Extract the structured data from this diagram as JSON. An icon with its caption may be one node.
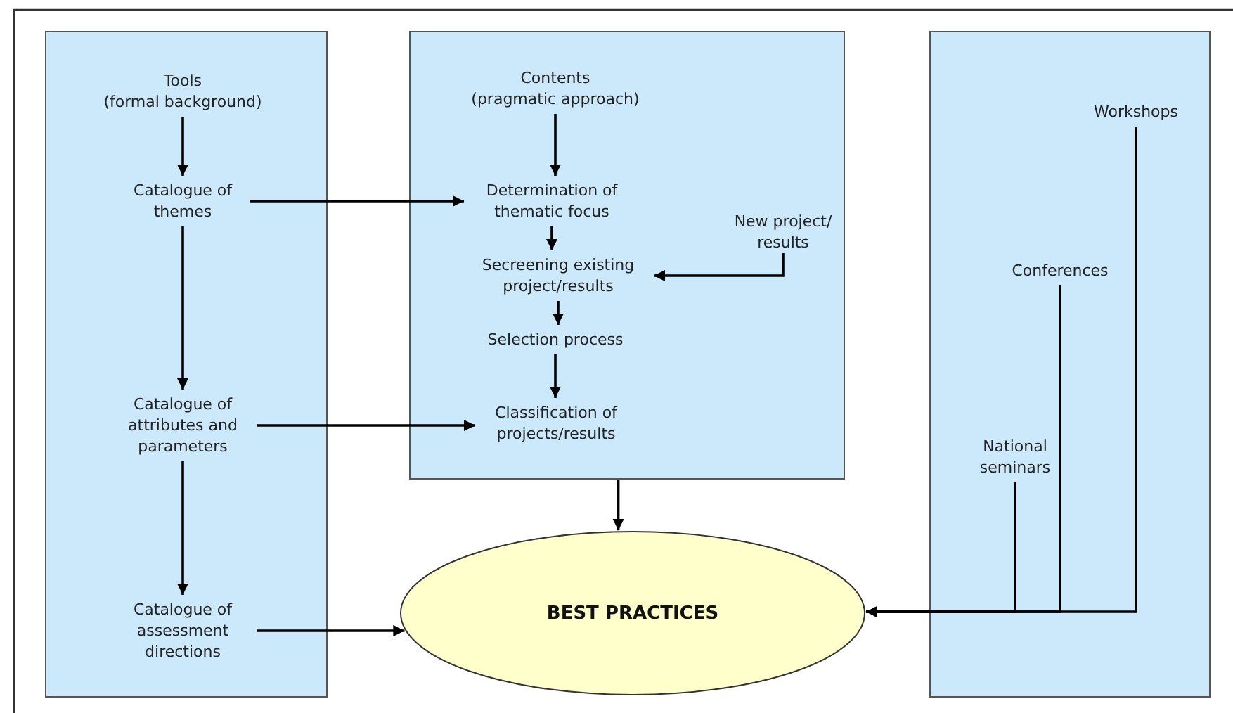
{
  "diagram": {
    "nodes": [
      {
        "text": [],
        "shape": "box"
      },
      {
        "text": [
          "Tools",
          "(formal background)"
        ],
        "in": 0
      },
      {
        "text": [
          "Catalogue of themes"
        ],
        "in": 0
      },
      {
        "text": [
          "Catalogue of attributes and parameters"
        ],
        "in": 0
      },
      {
        "text": [
          "Catalogue of assessment directions"
        ],
        "in": 0
      },
      {
        "text": [],
        "shape": "box"
      },
      {
        "text": [
          "Contents",
          "(pragmatic approach)"
        ],
        "in": 5
      },
      {
        "text": [
          "Determination of thematic focus"
        ],
        "in": 5
      },
      {
        "text": [
          "Secreening existing project/results"
        ],
        "in": 5
      },
      {
        "text": [
          "New project/ results"
        ],
        "in": 5
      },
      {
        "text": [
          "Selection process"
        ],
        "in": 5
      },
      {
        "text": [
          "Classification of projects/results"
        ],
        "in": 5
      },
      {
        "text": [],
        "shape": "box"
      },
      {
        "text": [
          "Workshops"
        ],
        "in": 12
      },
      {
        "text": [
          "Conferences"
        ],
        "in": 12
      },
      {
        "text": [
          "National seminars"
        ],
        "in": 12
      },
      {
        "text": [
          "BEST PRACTICES"
        ]
      }
    ],
    "edges": [
      {
        "from": 1,
        "to": 2,
        "arrow": "to"
      },
      {
        "from": 2,
        "to": 3,
        "arrow": "to"
      },
      {
        "from": 3,
        "to": 4,
        "arrow": "to"
      },
      {
        "from": 2,
        "to": 7,
        "arrow": "to"
      },
      {
        "from": 3,
        "to": 11,
        "arrow": "to"
      },
      {
        "from": 4,
        "to": 16,
        "arrow": "to"
      },
      {
        "from": 6,
        "to": 7,
        "arrow": "to"
      },
      {
        "from": 7,
        "to": 8,
        "arrow": "to"
      },
      {
        "from": 9,
        "to": 8,
        "arrow": "to"
      },
      {
        "from": 8,
        "to": 10,
        "arrow": "to"
      },
      {
        "from": 10,
        "to": 11,
        "arrow": "to"
      },
      {
        "from": 5,
        "to": 16,
        "arrow": "to"
      },
      {
        "from": 13,
        "to": 16,
        "arrow": "to"
      },
      {
        "from": 14,
        "to": 16,
        "arrow": "to"
      },
      {
        "from": 15,
        "to": 16,
        "arrow": "to"
      }
    ]
  }
}
